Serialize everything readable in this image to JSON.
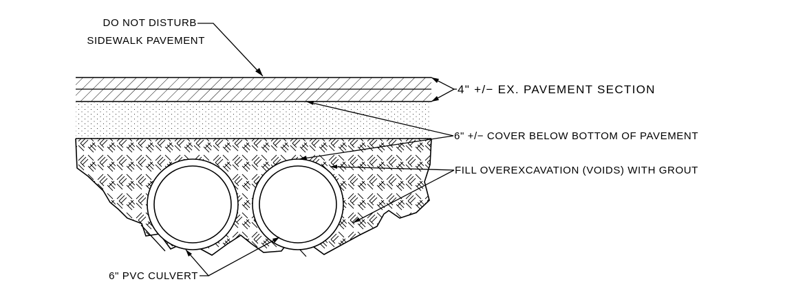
{
  "drawing": {
    "callouts": {
      "do_not_disturb_line1": "DO NOT DISTURB",
      "do_not_disturb_line2": "SIDEWALK PAVEMENT",
      "pavement_section": "4\"  +/−  EX. PAVEMENT SECTION",
      "cover_below": "6\" +/− COVER BELOW BOTTOM OF PAVEMENT",
      "fill_overexcavation": "FILL OVEREXCAVATION (VOIDS) WITH GROUT",
      "pvc_culvert": "6\" PVC CULVERT"
    },
    "colors": {
      "ink": "#000000",
      "background": "#ffffff"
    }
  }
}
